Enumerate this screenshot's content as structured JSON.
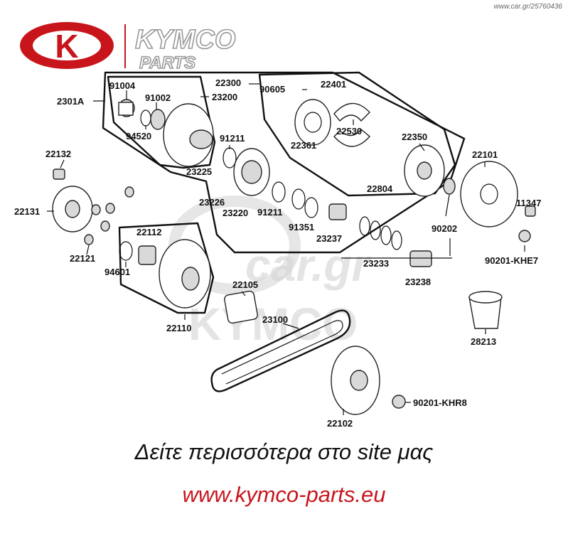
{
  "header": {
    "brand_logo": "K",
    "brand_name": "KYMCO",
    "brand_sub": "PARTS",
    "watermark_url": "www.car.gr/25760436"
  },
  "diagram": {
    "watermark": "KYMCO",
    "watermark2": "car.gr",
    "labels": {
      "2301A": "2301A",
      "22300": "22300",
      "90605": "90605",
      "22401": "22401",
      "91004": "91004",
      "91002": "91002",
      "23200": "23200",
      "94520": "94520",
      "91211a": "91211",
      "22530": "22530",
      "22361": "22361",
      "22350": "22350",
      "22132": "22132",
      "22101": "22101",
      "23225": "23225",
      "22804": "22804",
      "23226": "23226",
      "23220": "23220",
      "91211b": "91211",
      "22131": "22131",
      "11347": "11347",
      "91351": "91351",
      "90202": "90202",
      "23237": "23237",
      "22112": "22112",
      "90201-KHE7": "90201-KHE7",
      "22121": "22121",
      "94601": "94601",
      "23233": "23233",
      "23238": "23238",
      "22105": "22105",
      "23100": "23100",
      "22110": "22110",
      "28213": "28213",
      "90201-KHR8": "90201-KHR8",
      "22102": "22102"
    }
  },
  "footer": {
    "line1": "Δείτε περισσότερα στο site μας",
    "line2": "www.kymco-parts.eu"
  },
  "colors": {
    "brand_red": "#c8151b",
    "ink": "#111111"
  }
}
